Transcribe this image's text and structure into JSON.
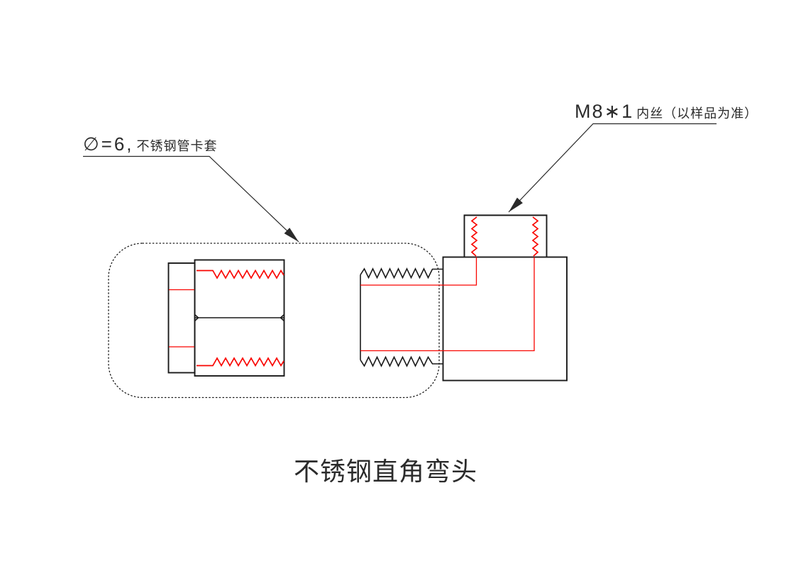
{
  "title": {
    "text": "不锈钢直角弯头"
  },
  "annotations": {
    "ferrule_label": {
      "dimension": "∅=6,",
      "name": "不锈钢管卡套"
    },
    "thread_label": {
      "spec": "M8∗1",
      "detail": "内丝（以样品为准）"
    }
  },
  "colors": {
    "outline": "#1a1a1a",
    "internal_feature": "#f90500",
    "leader": "#2a2a2a",
    "background": "#ffffff"
  }
}
